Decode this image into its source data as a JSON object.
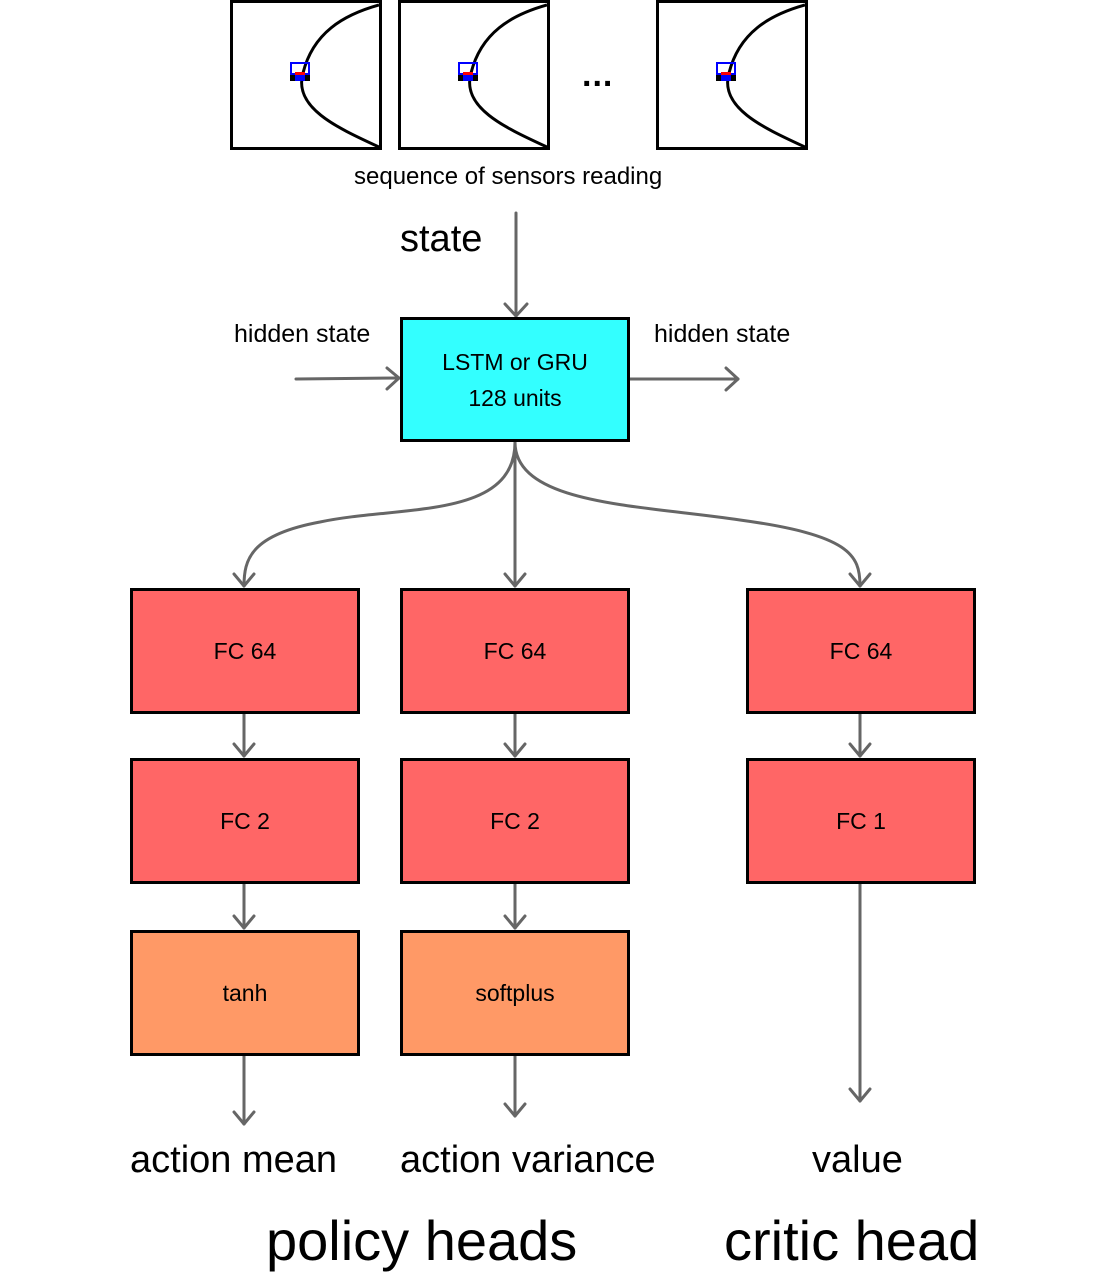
{
  "sensor_caption": "sequence of sensors reading",
  "ellipsis": "...",
  "state_label": "state",
  "hidden_in_label": "hidden state",
  "hidden_out_label": "hidden state",
  "rnn": {
    "line1": "LSTM or GRU",
    "line2": "128 units"
  },
  "heads": [
    {
      "fc1": "FC 64",
      "fc2": "FC 2",
      "activation": "tanh",
      "output": "action mean"
    },
    {
      "fc1": "FC 64",
      "fc2": "FC 2",
      "activation": "softplus",
      "output": "action variance"
    },
    {
      "fc1": "FC 64",
      "fc2": "FC 1",
      "output": "value"
    }
  ],
  "group_labels": {
    "policy": "policy heads",
    "critic": "critic head"
  },
  "colors": {
    "rnn": "#33ffff",
    "fc": "#ff6666",
    "activation": "#ff9966",
    "arrow": "#666666",
    "robot_frame": "#0000ff",
    "robot_body": "#ff0000"
  }
}
